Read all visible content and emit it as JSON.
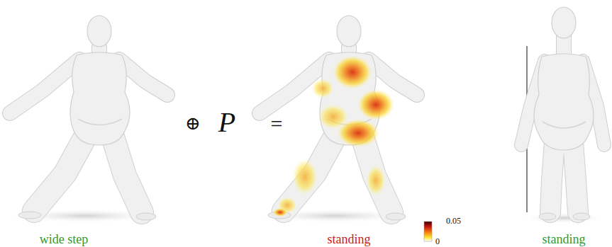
{
  "diagram": {
    "labels": [
      "wide step",
      "⊕",
      "P",
      "=",
      "standing",
      "0.05",
      "0",
      "standing"
    ]
  }
}
